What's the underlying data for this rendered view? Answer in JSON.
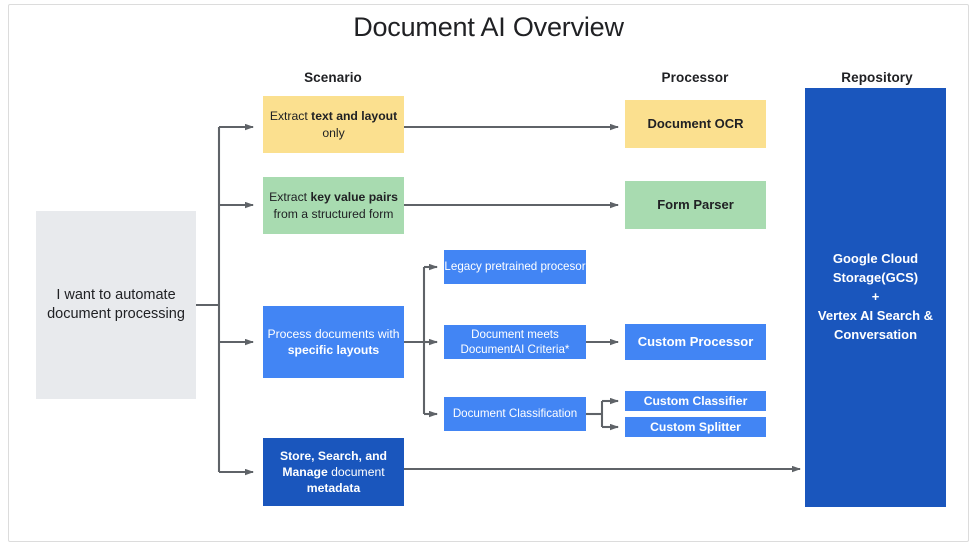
{
  "title": "Document AI Overview",
  "colors": {
    "yellow": "#FBE08F",
    "green": "#A8DBB0",
    "gray": "#E8EAED",
    "blue": "#4285F4",
    "dark_blue": "#1A56BD",
    "arrow": "#5F6368",
    "text_dark": "#202124",
    "frame_border": "#DCDCDC"
  },
  "columns": {
    "scenario": "Scenario",
    "processor": "Processor",
    "repository": "Repository"
  },
  "nodes": {
    "entry": {
      "name": "i-want-to-automate",
      "text": "I want to automate document processing",
      "lines": [
        "I want to automate",
        "document",
        "processing"
      ],
      "color": "gray"
    },
    "scenario_1": {
      "name": "extract-text-and-layout",
      "text": "Extract text and layout only",
      "segments": [
        {
          "t": "Extract ",
          "bold": false
        },
        {
          "t": "text and layout",
          "bold": true
        },
        {
          "t": " only",
          "bold": false
        }
      ],
      "color": "yellow"
    },
    "scenario_2": {
      "name": "extract-key-value-pairs",
      "text": "Extract key value pairs from a structured form",
      "segments": [
        {
          "t": "Extract ",
          "bold": false
        },
        {
          "t": "key value pairs",
          "bold": true
        },
        {
          "t": " from a structured form",
          "bold": false
        }
      ],
      "color": "green"
    },
    "scenario_3": {
      "name": "process-documents-specific-layouts",
      "text": "Process documents with specific layouts",
      "segments": [
        {
          "t": "Process documents with ",
          "bold": false
        },
        {
          "t": "specific layouts",
          "bold": true
        }
      ],
      "color": "blue"
    },
    "scenario_4": {
      "name": "store-search-manage-metadata",
      "text": "Store, Search, and Manage document metadata",
      "segments": [
        {
          "t": "Store, Search, and Manage",
          "bold": true
        },
        {
          "t": " document ",
          "bold": false
        },
        {
          "t": "metadata",
          "bold": true
        }
      ],
      "color": "dark_blue"
    },
    "branch_1": {
      "name": "legacy-pretrained-procesor",
      "text": "Legacy pretrained procesor",
      "color": "blue"
    },
    "branch_2": {
      "name": "document-meets-criteria",
      "text": "Document meets DocumentAI Criteria*",
      "color": "blue"
    },
    "branch_3": {
      "name": "document-classification",
      "text": "Document Classification",
      "color": "blue"
    },
    "processor_1": {
      "name": "document-ocr",
      "text": "Document OCR",
      "color": "yellow"
    },
    "processor_2": {
      "name": "form-parser",
      "text": "Form Parser",
      "color": "green"
    },
    "processor_3": {
      "name": "custom-processor",
      "text": "Custom Processor",
      "color": "blue"
    },
    "processor_4": {
      "name": "custom-classifier",
      "text": "Custom Classifier",
      "color": "blue"
    },
    "processor_5": {
      "name": "custom-splitter",
      "text": "Custom Splitter",
      "color": "blue"
    },
    "repository": {
      "name": "repository-box",
      "lines": [
        "Google Cloud",
        "Storage(GCS)",
        "+",
        "Vertex AI Search &",
        "Conversation"
      ],
      "text": "Google Cloud Storage(GCS) + Vertex AI Search & Conversation",
      "color": "dark_blue"
    }
  }
}
